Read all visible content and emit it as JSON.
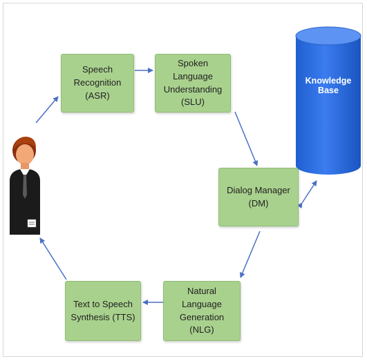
{
  "nodes": {
    "asr": "Speech Recognition\n(ASR)",
    "slu": "Spoken Language\nUnderstanding (SLU)",
    "dm": "Dialog Manager (DM)",
    "nlg": "Natural Language\nGeneration (NLG)",
    "tts": "Text to Speech\nSynthesis (TTS)"
  },
  "knowledge_base": {
    "label": "Knowledge Base"
  },
  "colors": {
    "node_fill": "#a9d18e",
    "arrow": "#4a6fc4",
    "database": "#2f6fdc"
  },
  "icons": {
    "user": "person-icon",
    "database": "database-cylinder-icon"
  }
}
